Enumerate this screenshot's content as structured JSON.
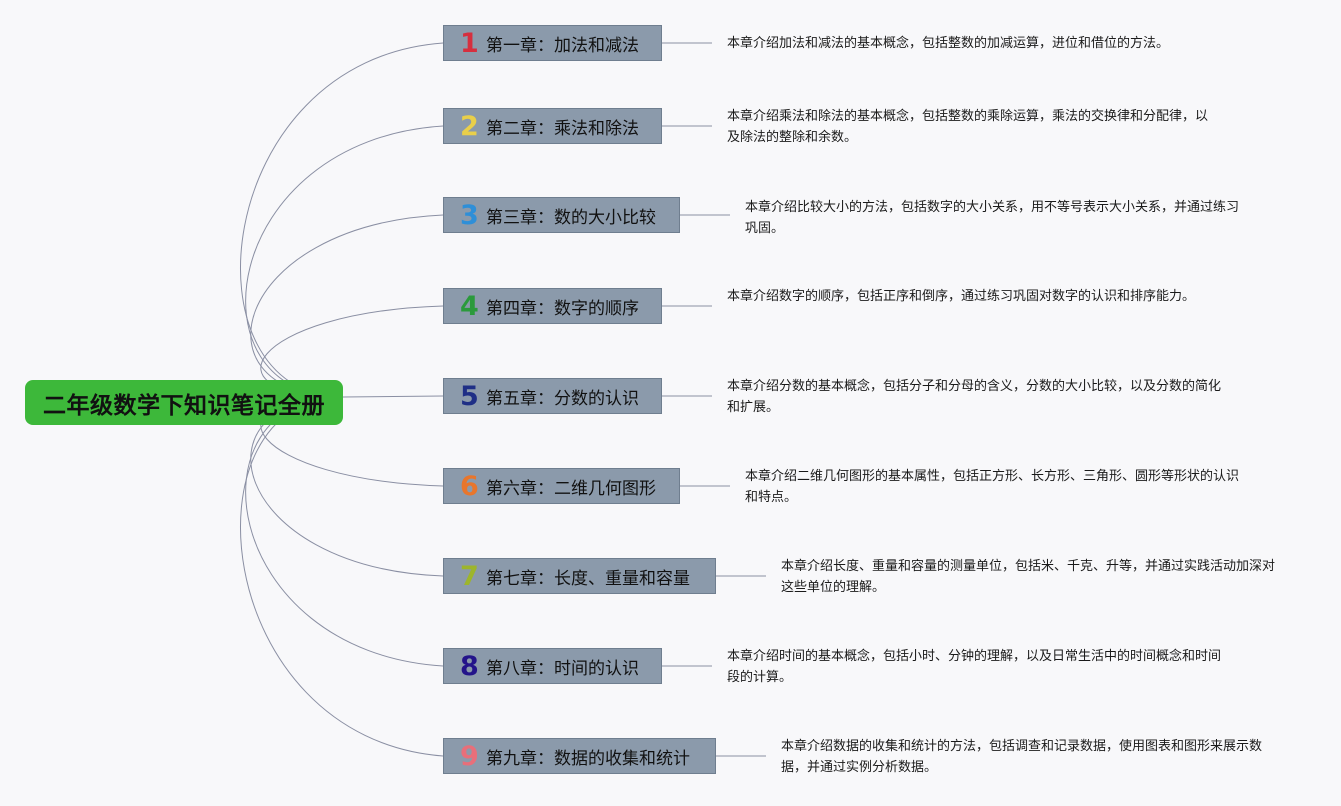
{
  "root": {
    "title": "二年级数学下知识笔记全册"
  },
  "chapters": [
    {
      "number": "1",
      "number_color": "#d62f3f",
      "title": "第一章：加法和减法",
      "description": "本章介绍加法和减法的基本概念，包括整数的加减运算，进位和借位的方法。"
    },
    {
      "number": "2",
      "number_color": "#e9cf4a",
      "title": "第二章：乘法和除法",
      "description": "本章介绍乘法和除法的基本概念，包括整数的乘除运算，乘法的交换律和分配律，以及除法的整除和余数。"
    },
    {
      "number": "3",
      "number_color": "#2e8fd8",
      "title": "第三章：数的大小比较",
      "description": "本章介绍比较大小的方法，包括数字的大小关系，用不等号表示大小关系，并通过练习巩固。"
    },
    {
      "number": "4",
      "number_color": "#2b9a3c",
      "title": "第四章：数字的顺序",
      "description": "本章介绍数字的顺序，包括正序和倒序，通过练习巩固对数字的认识和排序能力。"
    },
    {
      "number": "5",
      "number_color": "#1f2f86",
      "title": "第五章：分数的认识",
      "description": "本章介绍分数的基本概念，包括分子和分母的含义，分数的大小比较，以及分数的简化和扩展。"
    },
    {
      "number": "6",
      "number_color": "#e8762c",
      "title": "第六章：二维几何图形",
      "description": "本章介绍二维几何图形的基本属性，包括正方形、长方形、三角形、圆形等形状的认识和特点。"
    },
    {
      "number": "7",
      "number_color": "#9db52c",
      "title": "第七章：长度、重量和容量",
      "description": "本章介绍长度、重量和容量的测量单位，包括米、千克、升等，并通过实践活动加深对这些单位的理解。"
    },
    {
      "number": "8",
      "number_color": "#24148a",
      "title": "第八章：时间的认识",
      "description": "本章介绍时间的基本概念，包括小时、分钟的理解，以及日常生活中的时间概念和时间段的计算。"
    },
    {
      "number": "9",
      "number_color": "#e86f7a",
      "title": "第九章：数据的收集和统计",
      "description": "本章介绍数据的收集和统计的方法，包括调查和记录数据，使用图表和图形来展示数据，并通过实例分析数据。"
    }
  ]
}
